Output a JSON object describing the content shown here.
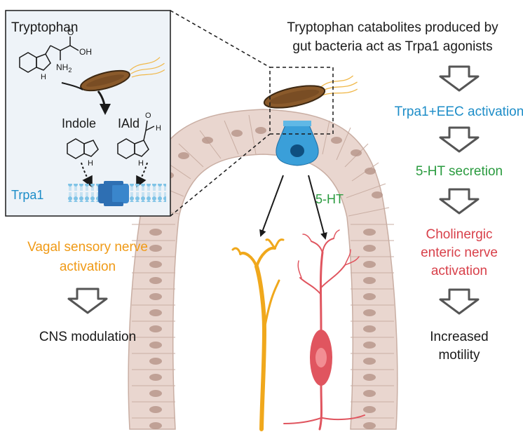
{
  "inset": {
    "title": "Tryptophan",
    "oh_label": "OH",
    "nh2_label": "NH",
    "nh2_sub": "2",
    "o_label": "O",
    "h_label": "H",
    "indole_label": "Indole",
    "iald_label": "IAld",
    "receptor_label": "Trpa1"
  },
  "headline": {
    "line1": "Tryptophan catabolites produced by",
    "line2": "gut bacteria act as Trpa1 agonists"
  },
  "right_flow": [
    {
      "lines": [
        "Trpa1+EEC activation"
      ],
      "color": "#1d8dc8"
    },
    {
      "lines": [
        "5-HT secretion"
      ],
      "color": "#2a9b3f"
    },
    {
      "lines": [
        "Cholinergic",
        "enteric nerve",
        "activation"
      ],
      "color": "#d8404a"
    },
    {
      "lines": [
        "Increased",
        "motility"
      ],
      "color": "#1a1a1a"
    }
  ],
  "left_flow": {
    "line1": "Vagal sensory nerve",
    "line2": "activation",
    "color": "#f09a16",
    "outcome": "CNS modulation"
  },
  "center": {
    "serotonin_label": "5-HT",
    "serotonin_color": "#2a9b3f"
  },
  "colors": {
    "epithelium": "#e9d6cf",
    "epithelium_stroke": "#c9aea3",
    "nucleus": "#b69489",
    "eec_cell": "#3a9fd9",
    "vagal_nerve": "#f0a81c",
    "enteric_neuron": "#e0555f",
    "bacterium": "#8a5a2b",
    "arrow_outline": "#555555"
  }
}
